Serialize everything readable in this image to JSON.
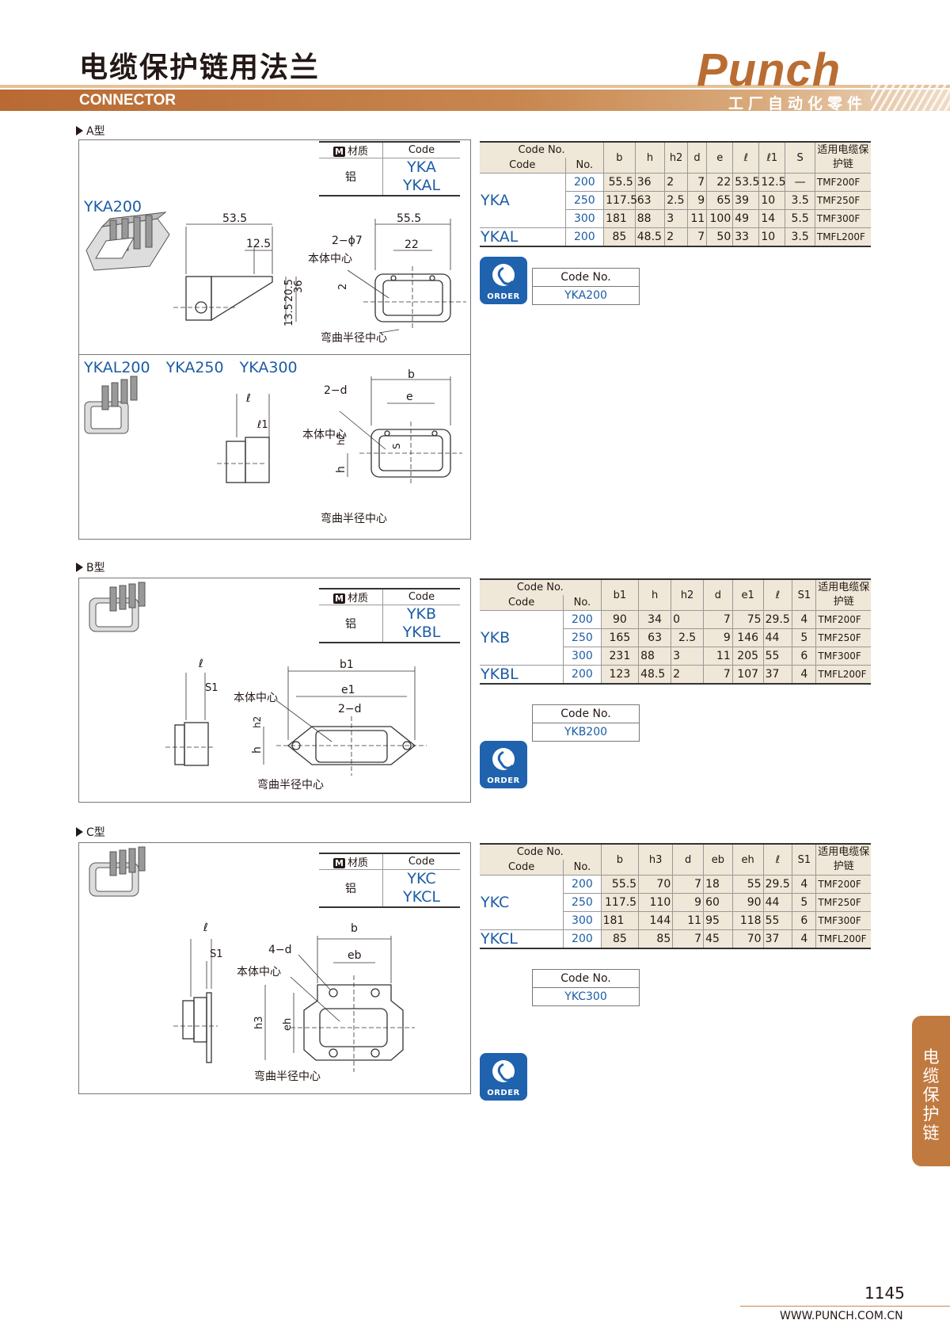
{
  "header": {
    "title": "电缆保护链用法兰",
    "subtitle": "CONNECTOR",
    "logo": "Punch",
    "tagline": "工厂自动化零件"
  },
  "side_tab": "电缆保护链",
  "footer": {
    "page_number": "1145",
    "url": "WWW.PUNCH.COM.CN"
  },
  "common": {
    "material_label": "材质",
    "material_mark": "M",
    "code_label": "Code",
    "material_value": "铝",
    "code_no_label": "Code No.",
    "code_sub": "Code",
    "no_sub": "No.",
    "cable_header": "适用电缆保护链",
    "order_label": "ORDER",
    "order_code_header": "Code No.",
    "body_center": "本体中心",
    "bend_center": "弯曲半径中心"
  },
  "sections": {
    "a": {
      "label": "A型",
      "model_top": "YKA200",
      "model_bottom": "YKAL200 YKA250 YKA300",
      "codes": [
        "YKA",
        "YKAL"
      ],
      "headers": [
        "b",
        "h",
        "h2",
        "d",
        "e",
        "ℓ",
        "ℓ1",
        "S"
      ],
      "rows": [
        {
          "code": "YKA",
          "no": "200",
          "vals": [
            "55.5",
            "36",
            "2",
            "7",
            "22",
            "53.5",
            "12.5",
            "—"
          ],
          "cable": "TMF200F"
        },
        {
          "code": "",
          "no": "250",
          "vals": [
            "117.5",
            "63",
            "2.5",
            "9",
            "65",
            "39",
            "10",
            "3.5"
          ],
          "cable": "TMF250F"
        },
        {
          "code": "",
          "no": "300",
          "vals": [
            "181",
            "88",
            "3",
            "11",
            "100",
            "49",
            "14",
            "5.5"
          ],
          "cable": "TMF300F"
        },
        {
          "code": "YKAL",
          "no": "200",
          "vals": [
            "85",
            "48.5",
            "2",
            "7",
            "50",
            "33",
            "10",
            "3.5"
          ],
          "cable": "TMFL200F"
        }
      ],
      "order_code": "YKA200",
      "dims_top": {
        "d1": "53.5",
        "d2": "12.5",
        "d3": "55.5",
        "d4": "2−ϕ7",
        "d5": "22",
        "d6": "2",
        "d7": "36",
        "d8": "20.5",
        "d9": "13.5"
      },
      "dims_bottom": {
        "l": "ℓ",
        "l1": "ℓ1",
        "b": "b",
        "d": "2−d",
        "e": "e",
        "h2": "h2",
        "s": "S",
        "h": "h"
      }
    },
    "b": {
      "label": "B型",
      "codes": [
        "YKB",
        "YKBL"
      ],
      "headers": [
        "b1",
        "h",
        "h2",
        "d",
        "e1",
        "ℓ",
        "S1"
      ],
      "rows": [
        {
          "code": "YKB",
          "no": "200",
          "vals": [
            "90",
            "34",
            "0",
            "7",
            "75",
            "29.5",
            "4"
          ],
          "cable": "TMF200F"
        },
        {
          "code": "",
          "no": "250",
          "vals": [
            "165",
            "63",
            "2.5",
            "9",
            "146",
            "44",
            "5"
          ],
          "cable": "TMF250F"
        },
        {
          "code": "",
          "no": "300",
          "vals": [
            "231",
            "88",
            "3",
            "11",
            "205",
            "55",
            "6"
          ],
          "cable": "TMF300F"
        },
        {
          "code": "YKBL",
          "no": "200",
          "vals": [
            "123",
            "48.5",
            "2",
            "7",
            "107",
            "37",
            "4"
          ],
          "cable": "TMFL200F"
        }
      ],
      "order_code": "YKB200",
      "dims": {
        "l": "ℓ",
        "s1": "S1",
        "b1": "b1",
        "e1": "e1",
        "d": "2−d",
        "h2": "h2",
        "h": "h"
      }
    },
    "c": {
      "label": "C型",
      "codes": [
        "YKC",
        "YKCL"
      ],
      "headers": [
        "b",
        "h3",
        "d",
        "eb",
        "eh",
        "ℓ",
        "S1"
      ],
      "rows": [
        {
          "code": "YKC",
          "no": "200",
          "vals": [
            "55.5",
            "70",
            "7",
            "18",
            "55",
            "29.5",
            "4"
          ],
          "cable": "TMF200F"
        },
        {
          "code": "",
          "no": "250",
          "vals": [
            "117.5",
            "110",
            "9",
            "60",
            "90",
            "44",
            "5"
          ],
          "cable": "TMF250F"
        },
        {
          "code": "",
          "no": "300",
          "vals": [
            "181",
            "144",
            "11",
            "95",
            "118",
            "55",
            "6"
          ],
          "cable": "TMF300F"
        },
        {
          "code": "YKCL",
          "no": "200",
          "vals": [
            "85",
            "85",
            "7",
            "45",
            "70",
            "37",
            "4"
          ],
          "cable": "TMFL200F"
        }
      ],
      "order_code": "YKC300",
      "dims": {
        "l": "ℓ",
        "s1": "S1",
        "d": "4−d",
        "b": "b",
        "eb": "eb",
        "h3": "h3",
        "eh": "eh"
      }
    }
  },
  "colors": {
    "accent": "#c07a40",
    "blue": "#1c5ca4",
    "table_bg": "#efe7d7",
    "order_blue": "#1f62ae"
  }
}
